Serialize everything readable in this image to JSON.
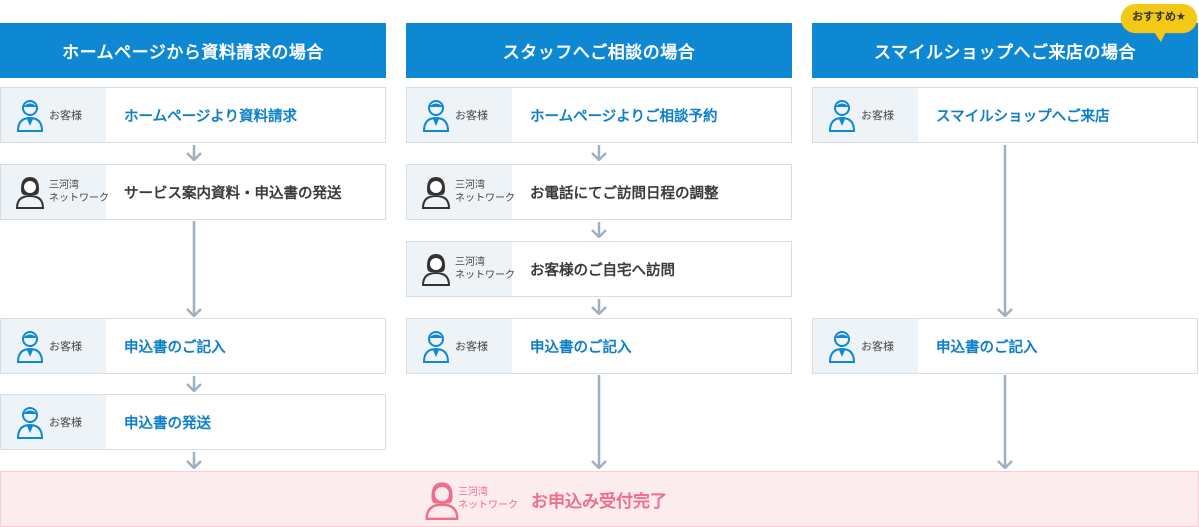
{
  "columns": [
    {
      "header": "ホームページから資料請求の場合",
      "steps": [
        {
          "who": "お客様",
          "text": "ホームページより資料請求"
        },
        {
          "who": "三河湾\nネットワーク",
          "text": "サービス案内資料・申込書の発送"
        },
        {
          "who": "お客様",
          "text": "申込書のご記入"
        },
        {
          "who": "お客様",
          "text": "申込書の発送"
        }
      ]
    },
    {
      "header": "スタッフへご相談の場合",
      "steps": [
        {
          "who": "お客様",
          "text": "ホームページよりご相談予約"
        },
        {
          "who": "三河湾\nネットワーク",
          "text": "お電話にてご訪問日程の調整"
        },
        {
          "who": "三河湾\nネットワーク",
          "text": "お客様のご自宅へ訪問"
        },
        {
          "who": "お客様",
          "text": "申込書のご記入"
        }
      ]
    },
    {
      "header": "スマイルショップへご来店の場合",
      "badge": "おすすめ★",
      "steps": [
        {
          "who": "お客様",
          "text": "スマイルショップへご来店"
        },
        {
          "who": "お客様",
          "text": "申込書のご記入"
        }
      ]
    }
  ],
  "final": {
    "who": "三河湾\nネットワーク",
    "text": "お申込み受付完了"
  },
  "colors": {
    "header_blue": "#0e88d3",
    "step_blue_text": "#0e7fc8",
    "final_pink": "#ef6e8b",
    "badge_yellow": "#f5c816",
    "arrow_gray": "#9fb0c0"
  }
}
